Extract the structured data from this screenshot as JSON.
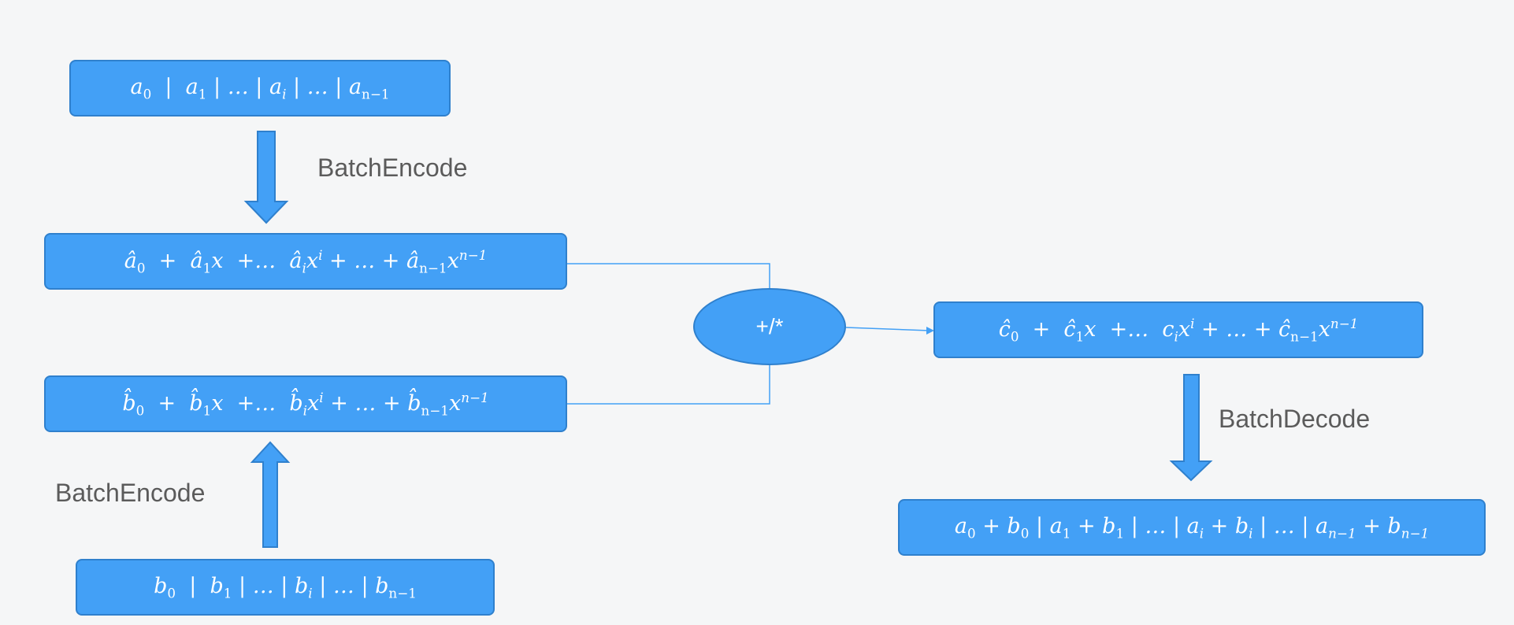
{
  "diagram": {
    "labels": {
      "encode_top": "BatchEncode",
      "encode_bottom": "BatchEncode",
      "decode": "BatchDecode"
    },
    "operator": "+/*",
    "boxes": {
      "a_vector": "a0 | a1 | … | ai | … | an−1",
      "a_poly": "â0 + â1x +… âixi + … + ân−1xn−1",
      "b_poly": "b̂0 + b̂1x +… b̂ixi + … + b̂n−1xn−1",
      "b_vector": "b0 | b1 | … | bi | … | bn−1",
      "c_poly": "ĉ0 + ĉ1x +… cixi + … + ĉn−1xn−1",
      "result_vector": "a0 + b0 | a1 + b1 | … | ai + bi | … | an−1 + bn−1"
    },
    "colors": {
      "box_fill": "#43a0f6",
      "box_border": "#2f80cd",
      "connector": "#43a0f6",
      "label_text": "#5b5b5b",
      "background": "#f5f6f7"
    }
  }
}
